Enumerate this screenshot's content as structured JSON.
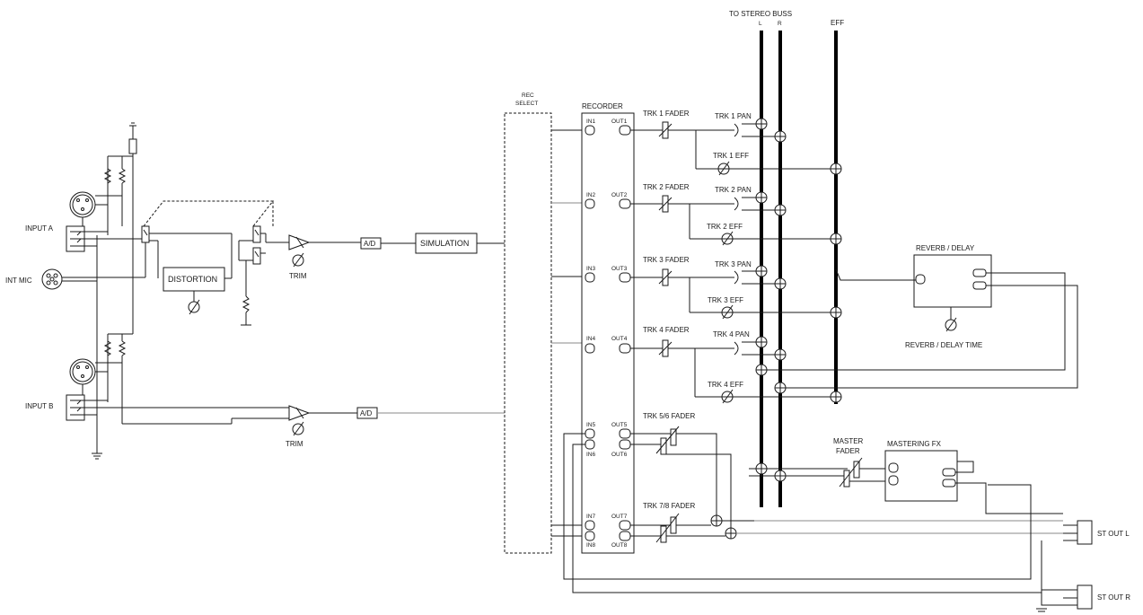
{
  "labels": {
    "input_a": "INPUT A",
    "int_mic": "INT MIC",
    "input_b": "INPUT B",
    "distortion": "DISTORTION",
    "trim_a": "TRIM",
    "trim_b": "TRIM",
    "ad_a": "A/D",
    "ad_b": "A/D",
    "simulation": "SIMULATION",
    "rec_select_1": "REC",
    "rec_select_2": "SELECT",
    "recorder": "RECORDER",
    "in1": "IN1",
    "in2": "IN2",
    "in3": "IN3",
    "in4": "IN4",
    "in5": "IN5",
    "in6": "IN6",
    "in7": "IN7",
    "in8": "IN8",
    "out1": "OUT1",
    "out2": "OUT2",
    "out3": "OUT3",
    "out4": "OUT4",
    "out5": "OUT5",
    "out6": "OUT6",
    "out7": "OUT7",
    "out8": "OUT8",
    "trk1_fader": "TRK 1 FADER",
    "trk2_fader": "TRK 2 FADER",
    "trk3_fader": "TRK 3 FADER",
    "trk4_fader": "TRK 4 FADER",
    "trk56_fader": "TRK 5/6 FADER",
    "trk78_fader": "TRK 7/8 FADER",
    "trk1_pan": "TRK 1 PAN",
    "trk2_pan": "TRK 2 PAN",
    "trk3_pan": "TRK 3 PAN",
    "trk4_pan": "TRK 4 PAN",
    "trk1_eff": "TRK 1 EFF",
    "trk2_eff": "TRK 2 EFF",
    "trk3_eff": "TRK 3 EFF",
    "trk4_eff": "TRK 4 EFF",
    "to_stereo_buss": "TO STEREO BUSS",
    "bus_l": "L",
    "bus_r": "R",
    "eff": "EFF",
    "reverb_delay": "REVERB / DELAY",
    "reverb_delay_time": "REVERB / DELAY TIME",
    "master_fader_1": "MASTER",
    "master_fader_2": "FADER",
    "mastering_fx": "MASTERING FX",
    "st_out_l": "ST OUT L",
    "st_out_r": "ST OUT R"
  }
}
